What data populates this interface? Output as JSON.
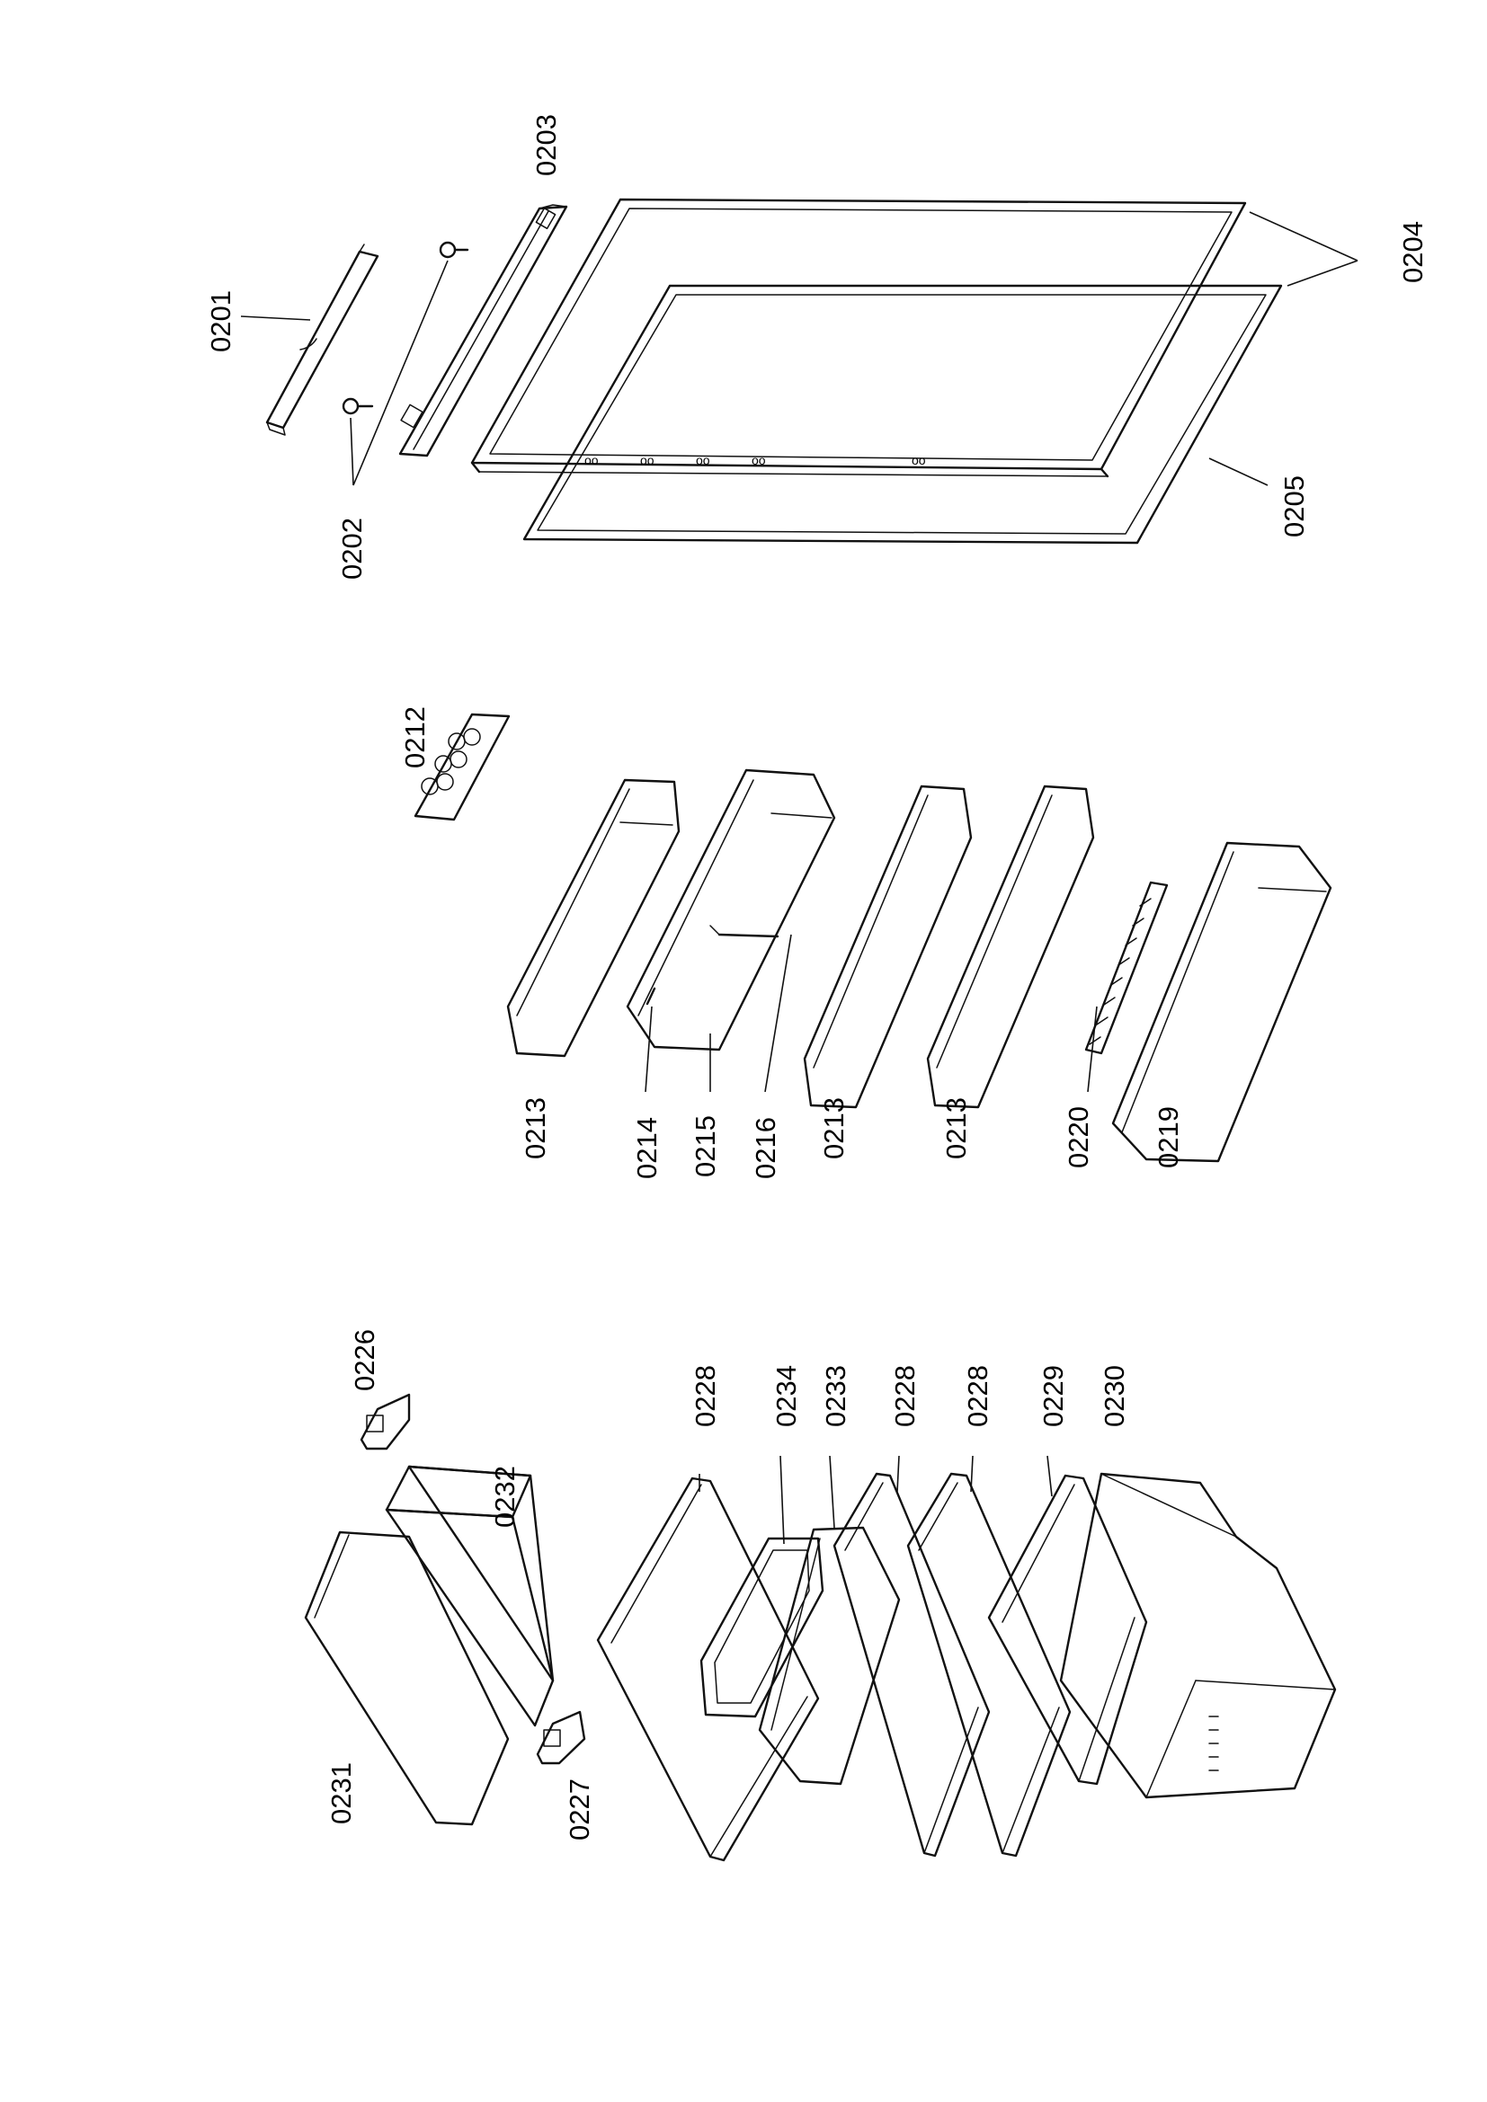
{
  "callouts": {
    "c0201": "0201",
    "c0202": "0202",
    "c0203": "0203",
    "c0204": "0204",
    "c0205": "0205",
    "c0212": "0212",
    "c0213a": "0213",
    "c0214": "0214",
    "c0215": "0215",
    "c0216": "0216",
    "c0213b": "0213",
    "c0213c": "0213",
    "c0220": "0220",
    "c0219": "0219",
    "c0226": "0226",
    "c0232": "0232",
    "c0231": "0231",
    "c0227": "0227",
    "c0228a": "0228",
    "c0234": "0234",
    "c0233": "0233",
    "c0228b": "0228",
    "c0228c": "0228",
    "c0229": "0229",
    "c0230": "0230"
  }
}
